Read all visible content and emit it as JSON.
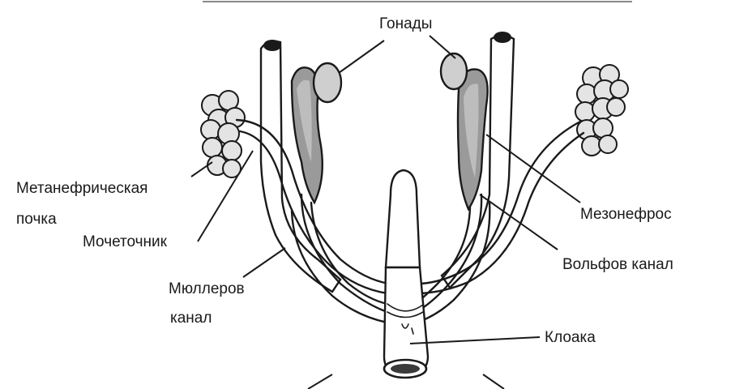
{
  "labels": {
    "gonads": "Гонады",
    "metanephric_kidney_line1": "Метанефрическая",
    "metanephric_kidney_line2": "почка",
    "ureter": "Мочеточник",
    "mullerian_duct_line1": "Мюллеров",
    "mullerian_duct_line2": "канал",
    "mesonephros": "Мезонефрос",
    "wolffian_duct": "Вольфов канал",
    "cloaca": "Клоака"
  }
}
